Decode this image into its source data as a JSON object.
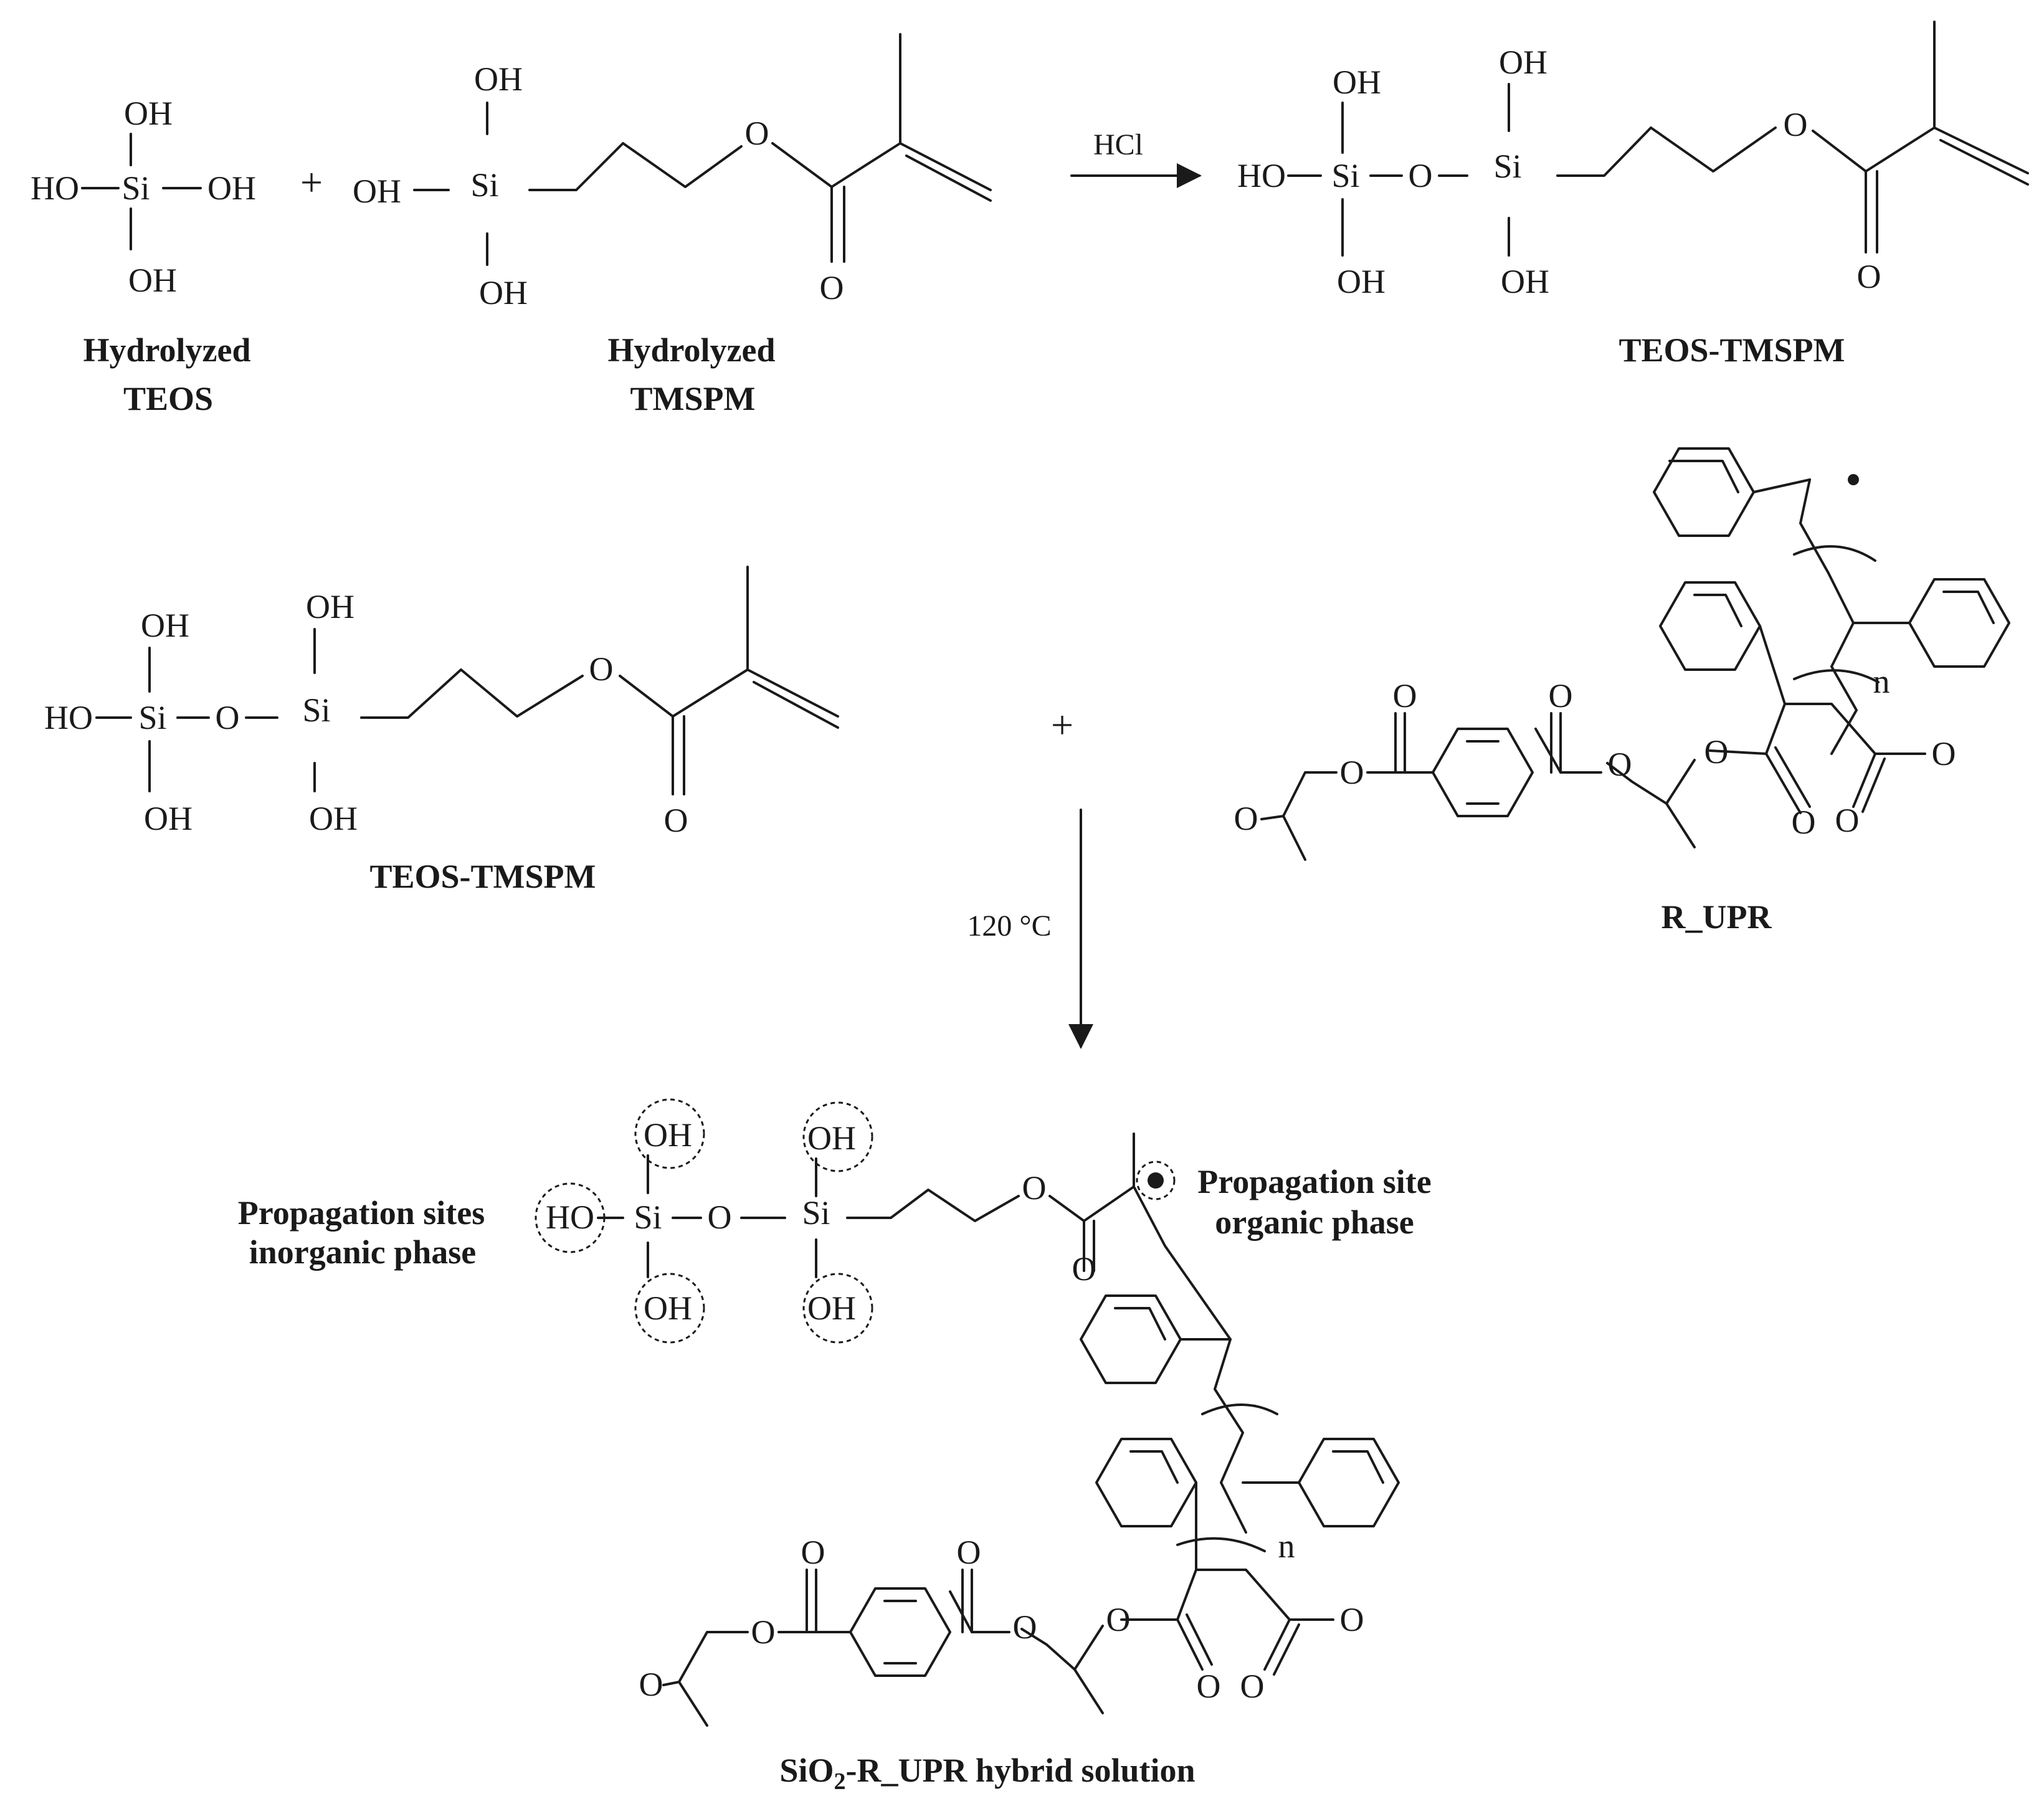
{
  "atoms": {
    "hydroxyl": "OH",
    "hydroxyl_left": "HO",
    "silicon": "Si",
    "oxygen": "O",
    "ring_count": "n"
  },
  "reagents": {
    "acid": "HCl",
    "temperature": "120 °C",
    "plus": "+"
  },
  "labels": {
    "hydrolyzed_teos": [
      "Hydrolyzed",
      "TEOS"
    ],
    "hydrolyzed_tmspm": [
      "Hydrolyzed",
      "TMSPM"
    ],
    "teos_tmspm": "TEOS-TMSPM",
    "r_upr": "R_UPR",
    "propagation_inorganic": [
      "Propagation sites",
      "inorganic phase"
    ],
    "propagation_organic": [
      "Propagation site",
      "organic phase"
    ],
    "product": {
      "prefix": "SiO",
      "subscript": "2",
      "suffix": "-R_UPR  hybrid  solution"
    }
  }
}
